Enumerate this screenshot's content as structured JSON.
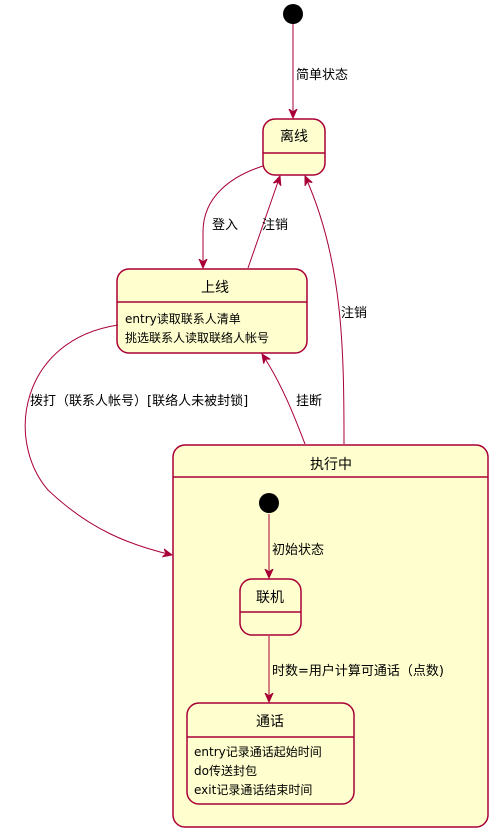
{
  "states": {
    "offline": {
      "name": "离线"
    },
    "online": {
      "name": "上线",
      "activities": [
        "entry读取联系人清单",
        "挑选联系人读取联络人帐号"
      ]
    },
    "running": {
      "name": "执行中"
    },
    "connected": {
      "name": "联机"
    },
    "calling": {
      "name": "通话",
      "activities": [
        "entry记录通话起始时间",
        "do传送封包",
        "exit记录通话结束时间"
      ]
    }
  },
  "transitions": {
    "start_to_offline": "简单状态",
    "offline_to_online": "登入",
    "online_to_offline": "注销",
    "running_to_offline": "注销",
    "online_to_running": "拨打（联系人帐号）[联络人未被封锁]",
    "running_to_online": "挂断",
    "inner_start_to_connected": "初始状态",
    "connected_to_calling": "时数=用户计算可通话（点数)"
  }
}
